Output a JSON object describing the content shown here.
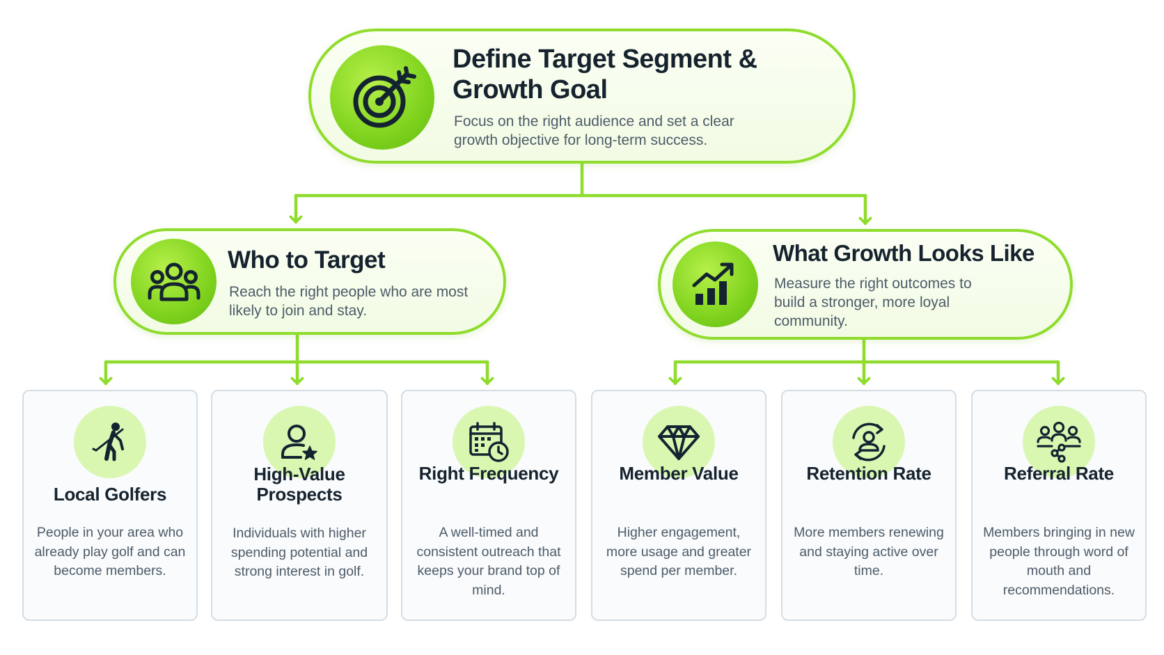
{
  "root": {
    "title": "Define Target Segment & Growth Goal",
    "description": "Focus on the right audience and set a clear growth objective for long-term success.",
    "icon": "target-arrow-icon"
  },
  "branches": [
    {
      "title": "Who to Target",
      "description": "Reach the right people who are most likely to join and stay.",
      "icon": "people-group-icon"
    },
    {
      "title": "What Growth Looks Like",
      "description": "Measure the right outcomes to build a stronger, more loyal community.",
      "icon": "growth-chart-icon"
    }
  ],
  "cards": [
    {
      "title": "Local Golfers",
      "description": "People in your area who already play golf and can become members.",
      "icon": "golfer-icon"
    },
    {
      "title": "High-Value Prospects",
      "description": "Individuals with higher spending potential and strong interest in golf.",
      "icon": "user-star-icon"
    },
    {
      "title": "Right Frequency",
      "description": "A well-timed and consistent outreach that keeps your brand top of mind.",
      "icon": "calendar-clock-icon"
    },
    {
      "title": "Member Value",
      "description": "Higher engagement, more usage and greater spend per member.",
      "icon": "diamond-icon"
    },
    {
      "title": "Retention Rate",
      "description": "More members renewing and staying active over time.",
      "icon": "user-cycle-icon"
    },
    {
      "title": "Referral Rate",
      "description": "Members bringing in new people through word of mouth and recommendations.",
      "icon": "referral-network-icon"
    }
  ],
  "colors": {
    "accent": "#8fdc2c",
    "connector": "#8fdc2c",
    "icon_circle": "#d9f7b1",
    "text_dark": "#16232e",
    "text_muted": "#4d5b68"
  }
}
